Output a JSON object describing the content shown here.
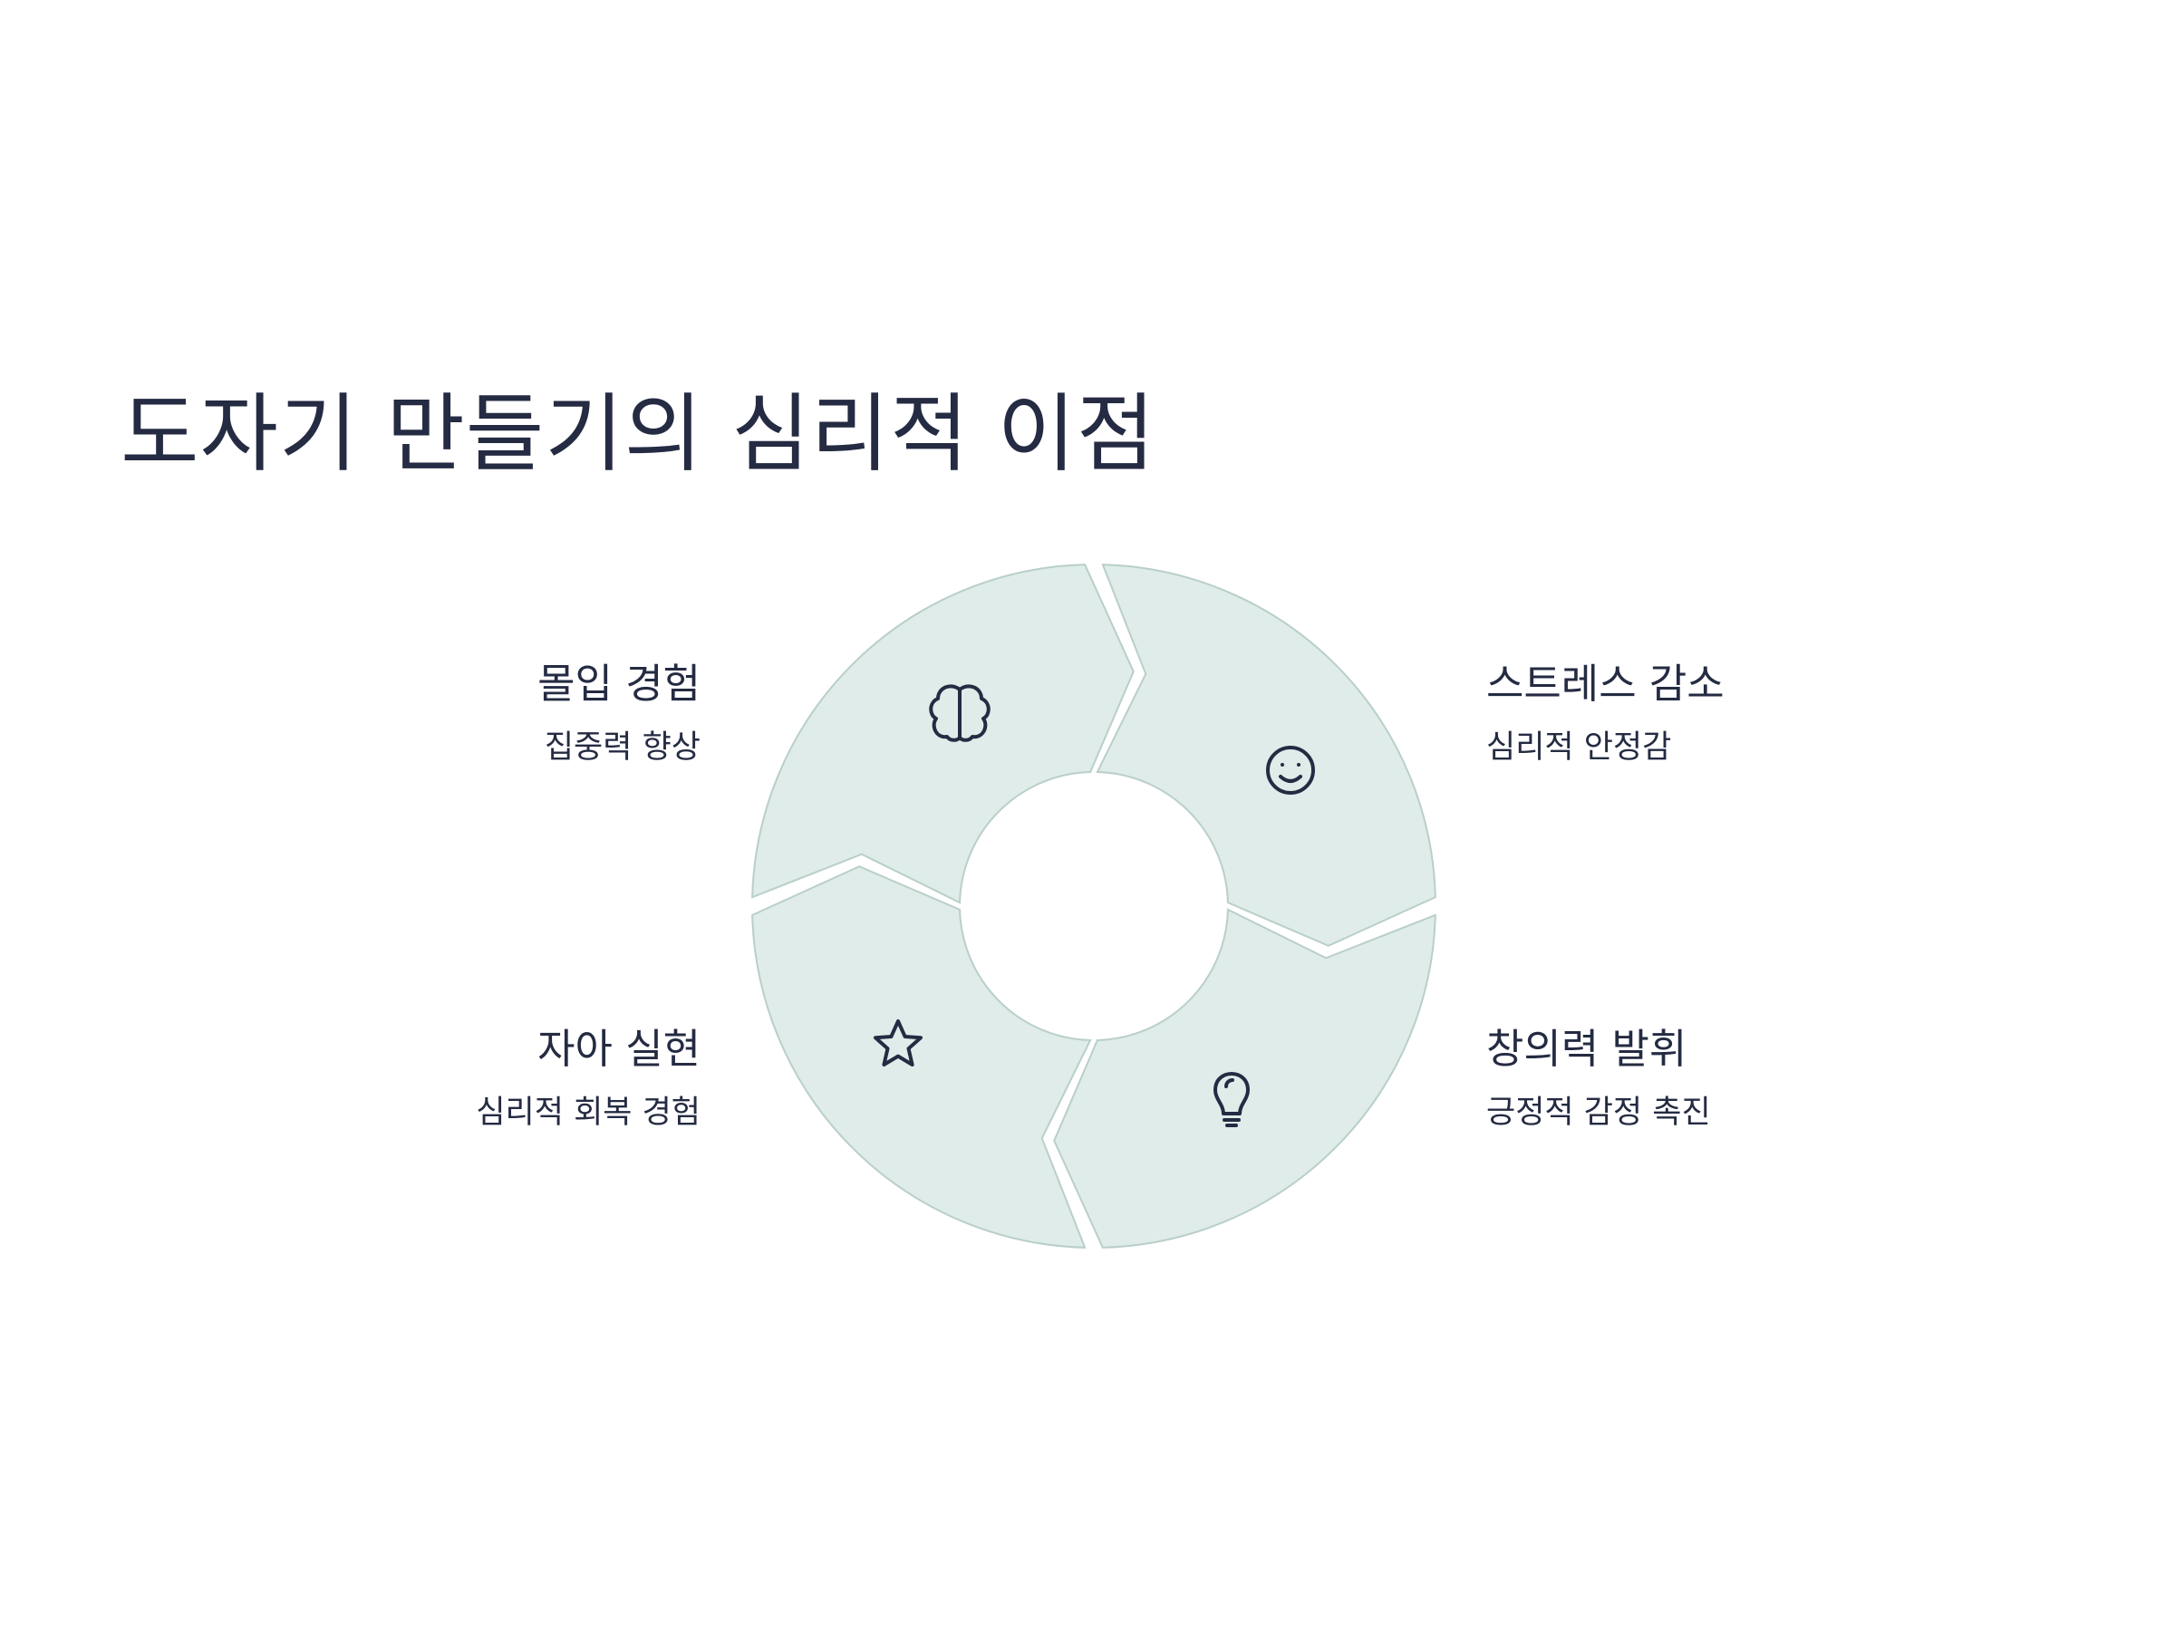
{
  "title": "도자기 만들기의 심리적 이점",
  "colors": {
    "segment_fill": "#dfece9",
    "segment_stroke": "#b9cfc9",
    "text": "#242b42",
    "gap": "#ffffff"
  },
  "segments": [
    {
      "heading": "몰입 경험",
      "subtitle": "집중력 향상",
      "icon": "brain-icon"
    },
    {
      "heading": "스트레스 감소",
      "subtitle": "심리적 안정감",
      "icon": "smiley-face-icon"
    },
    {
      "heading": "창의력 발휘",
      "subtitle": "긍정적 감정 촉진",
      "icon": "lightbulb-icon"
    },
    {
      "heading": "자아 실현",
      "subtitle": "심리적 회복 경험",
      "icon": "star-icon"
    }
  ]
}
